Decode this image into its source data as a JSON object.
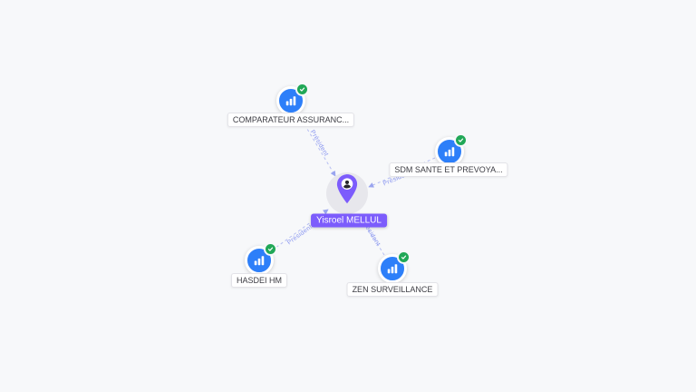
{
  "center_node": {
    "label": "Yisroel MELLUL",
    "role_in_companies": "Président"
  },
  "companies": [
    {
      "label": "COMPARATEUR ASSURANC...",
      "verified": true
    },
    {
      "label": "SDM SANTE ET PREVOYA...",
      "verified": true
    },
    {
      "label": "HASDEI HM",
      "verified": true
    },
    {
      "label": "ZEN SURVEILLANCE",
      "verified": true
    }
  ],
  "edges": [
    {
      "label": "Président"
    },
    {
      "label": "Président"
    },
    {
      "label": "Président"
    },
    {
      "label": "Président"
    }
  ],
  "colors": {
    "background": "#f7f8fa",
    "company_icon_bg": "#2d7ff9",
    "verified_badge": "#21a857",
    "person_pin": "#7c5cfc",
    "center_label_bg": "#7c5cfc",
    "edge": "#b6bef2",
    "edge_label": "#8a96f0"
  }
}
